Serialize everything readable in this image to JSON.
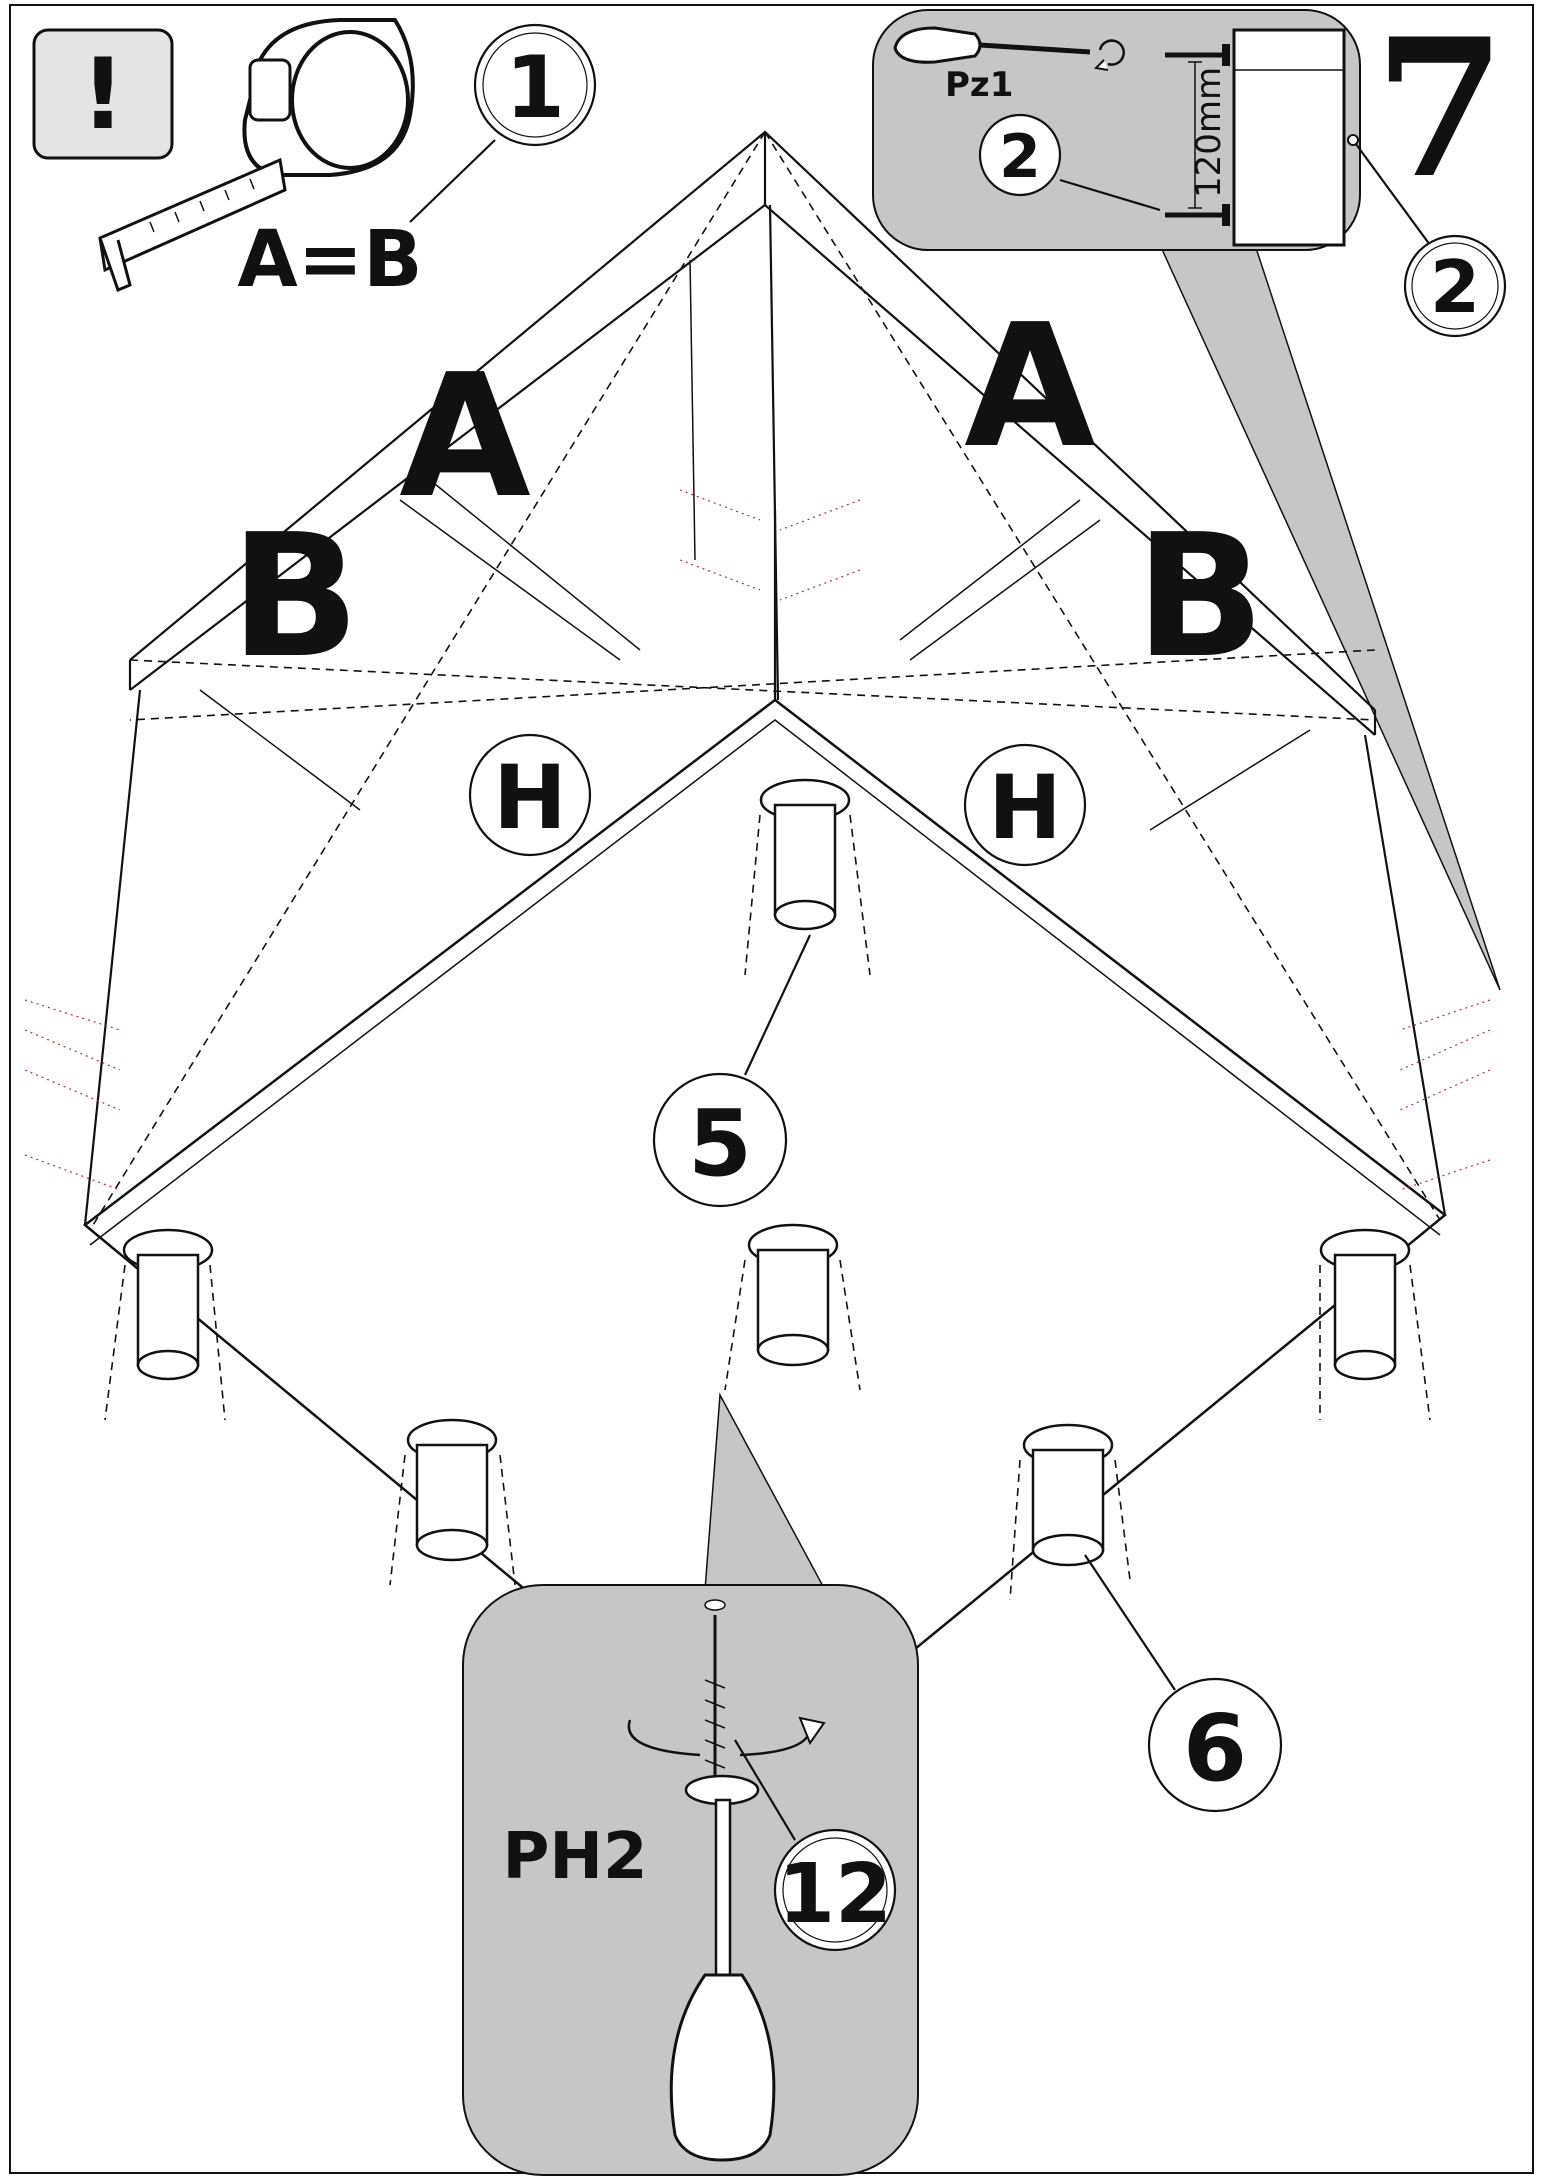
{
  "step_number": "7",
  "warning_symbol": "!",
  "measure": {
    "text": "A=B",
    "callout": "1",
    "icon": "tape-measure-icon"
  },
  "panel_labels": {
    "a_left": "A",
    "a_right": "A",
    "b_left": "B",
    "b_right": "B",
    "h_left": "H",
    "h_right": "H"
  },
  "top_detail": {
    "tool": "Pz1",
    "dimension": "120mm",
    "callout_inside": "2",
    "callout_outside": "2",
    "icon": "screwdriver-icon"
  },
  "callouts": {
    "leg_center": "5",
    "leg_round": "6"
  },
  "bottom_detail": {
    "tool": "PH2",
    "callout": "12",
    "icon": "screwdriver-icon"
  },
  "colors": {
    "ink": "#111111",
    "panel_gray": "#c6c6c6",
    "warning_bg": "#e4e4e4",
    "accent_dot": "#c0283a"
  }
}
